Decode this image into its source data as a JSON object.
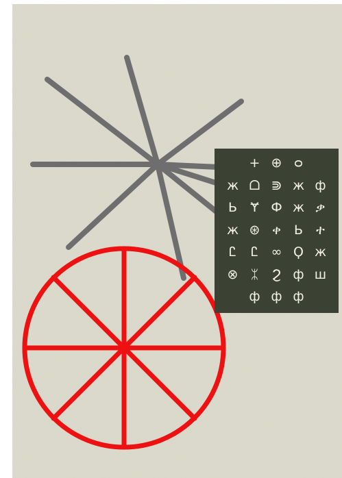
{
  "colors": {
    "wall": "#d8d7c8",
    "wall_edge": "#ffffff",
    "star_stroke": "#6e6e6e",
    "wheel_stroke": "#ee1111",
    "panel_background": "#3c4233",
    "glyph_color": "#f4f1e4"
  },
  "glyph_panel": {
    "rows": [
      [
        "+",
        "⊕",
        "ᴑ"
      ],
      [
        "ж",
        "ᗝ",
        "⋑",
        "ж",
        "ф"
      ],
      [
        "Ь",
        "Ɏ",
        "Ф",
        "ж",
        "ቃ"
      ],
      [
        "ж",
        "⊛",
        "ቀ",
        "Ь",
        "ተ"
      ],
      [
        "Ꮭ",
        "Ꮭ",
        "∞",
        "Ϙ",
        "ж"
      ],
      [
        "⊗",
        "ᛯ",
        "Ϩ",
        "ф",
        "ш"
      ],
      [
        "ф",
        "ф",
        "ф"
      ]
    ]
  }
}
